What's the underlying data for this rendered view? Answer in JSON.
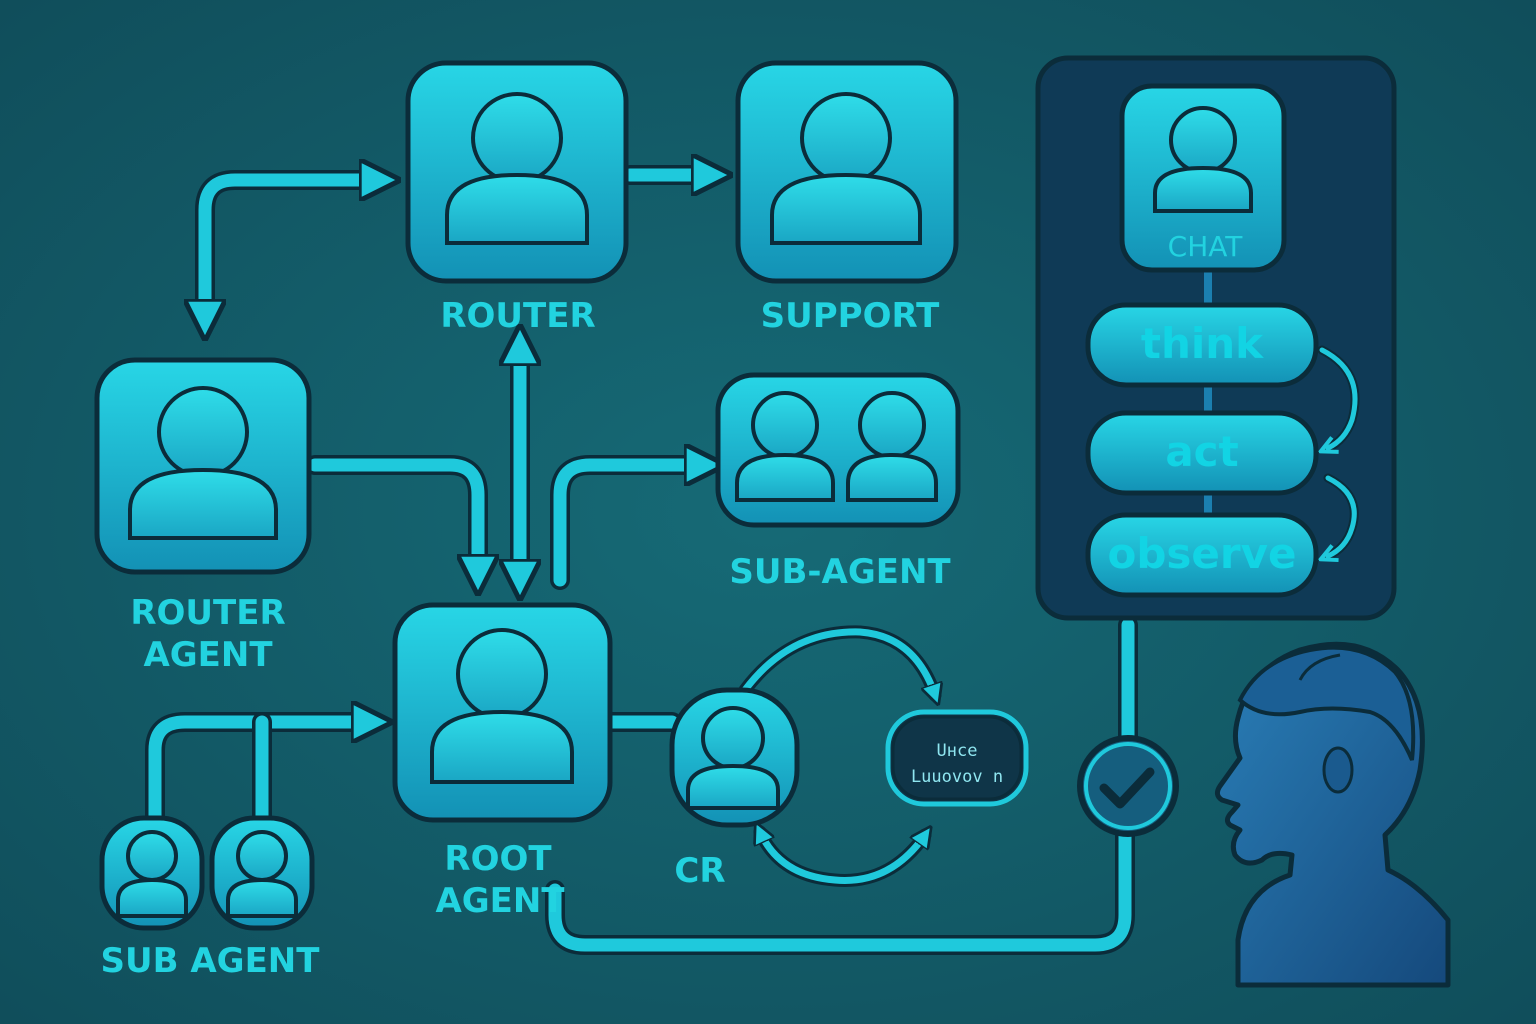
{
  "diagram": {
    "nodes": {
      "router": {
        "label": "ROUTER"
      },
      "support": {
        "label": "SUPPORT"
      },
      "router_agent": {
        "label_line1": "ROUTER",
        "label_line2": "AGENT"
      },
      "sub_agent_top": {
        "label": "SUB-AGENT"
      },
      "root_agent": {
        "label_line1": "ROOT",
        "label_line2": "AGENT"
      },
      "cr": {
        "label": "CR"
      },
      "sub_agent_bottom": {
        "label": "SUB AGENT"
      },
      "unknown_box": {
        "line1": "Uнce",
        "line2": "Luuovov n"
      }
    },
    "chat_panel": {
      "label": "CHAT",
      "steps": [
        "think",
        "act",
        "observe"
      ]
    }
  },
  "colors": {
    "background": "#135a66",
    "node_fill": "#1ab8cc",
    "accent": "#22d3e0",
    "arrow": "#1fc9dc",
    "outline": "#0b2c3a",
    "panel": "#0f3a56"
  },
  "icons": [
    "user-icon",
    "user-group-icon",
    "check-icon",
    "human-profile-icon"
  ]
}
